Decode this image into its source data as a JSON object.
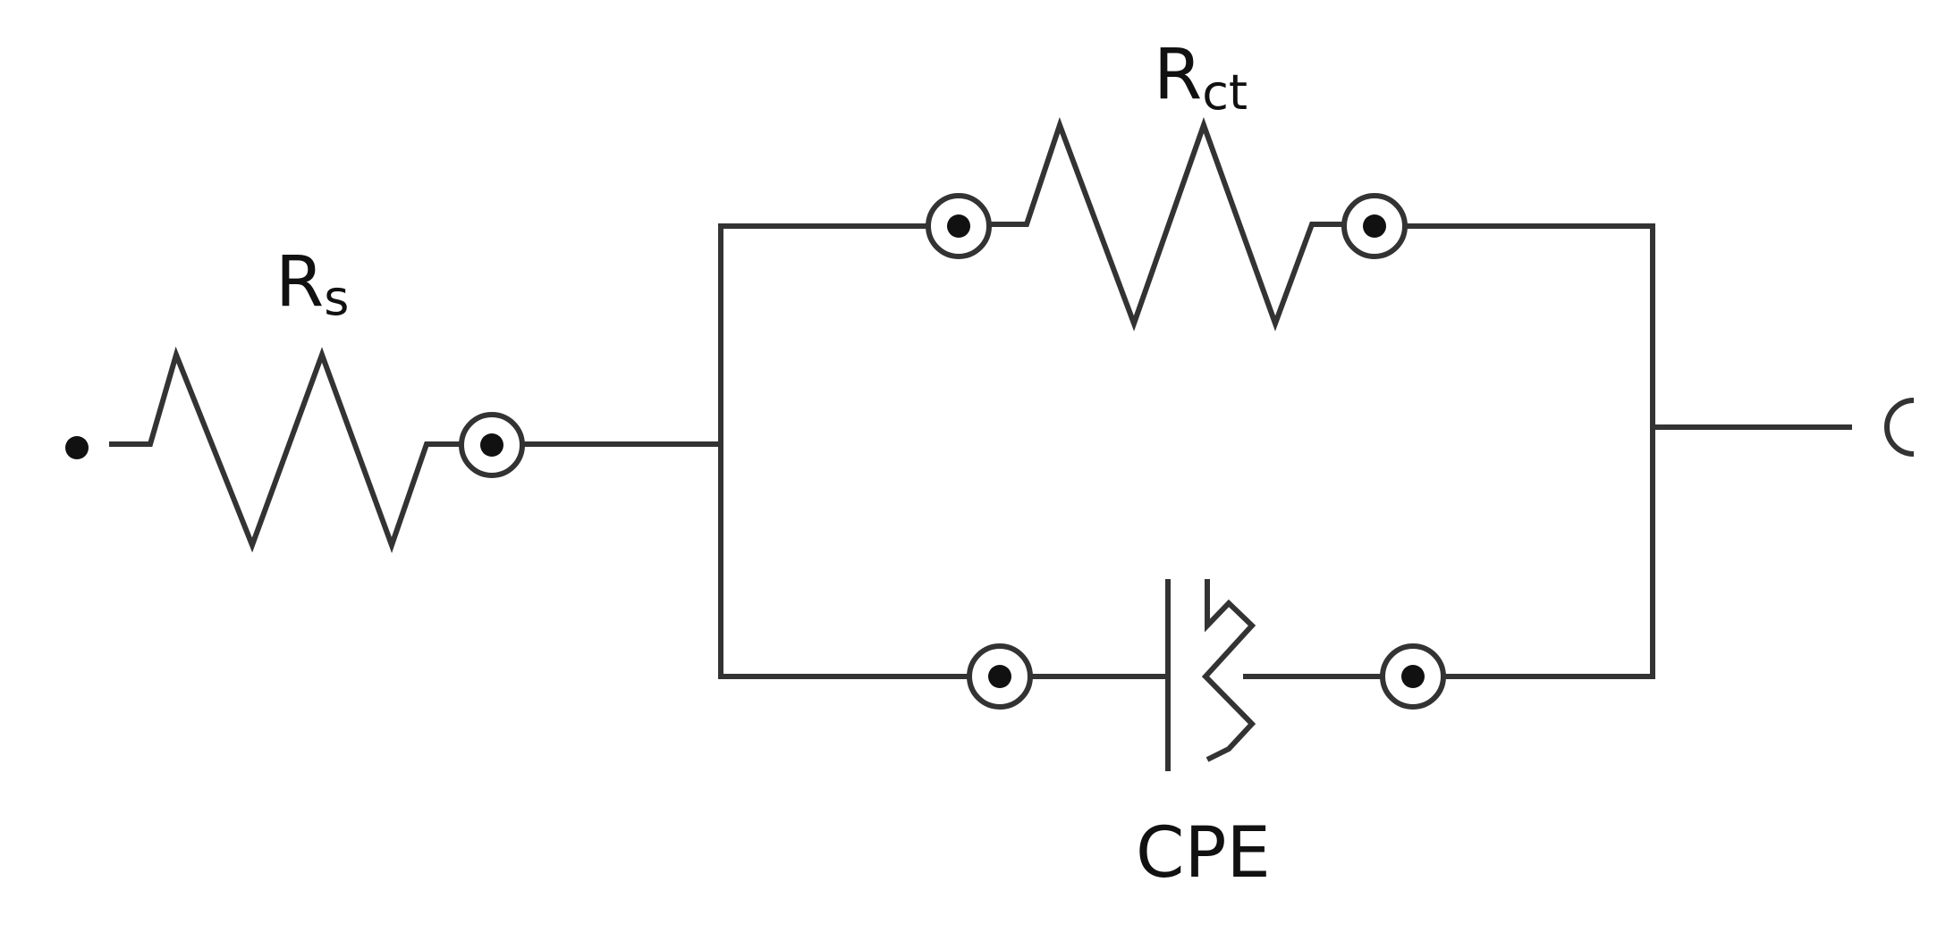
{
  "labels": {
    "rs": {
      "main": "R",
      "sub": "s"
    },
    "rct": {
      "main": "R",
      "sub": "ct"
    },
    "cpe": {
      "main": "CPE"
    }
  },
  "colors": {
    "wire": "#333333",
    "dot": "#111111",
    "background": "#ffffff"
  }
}
